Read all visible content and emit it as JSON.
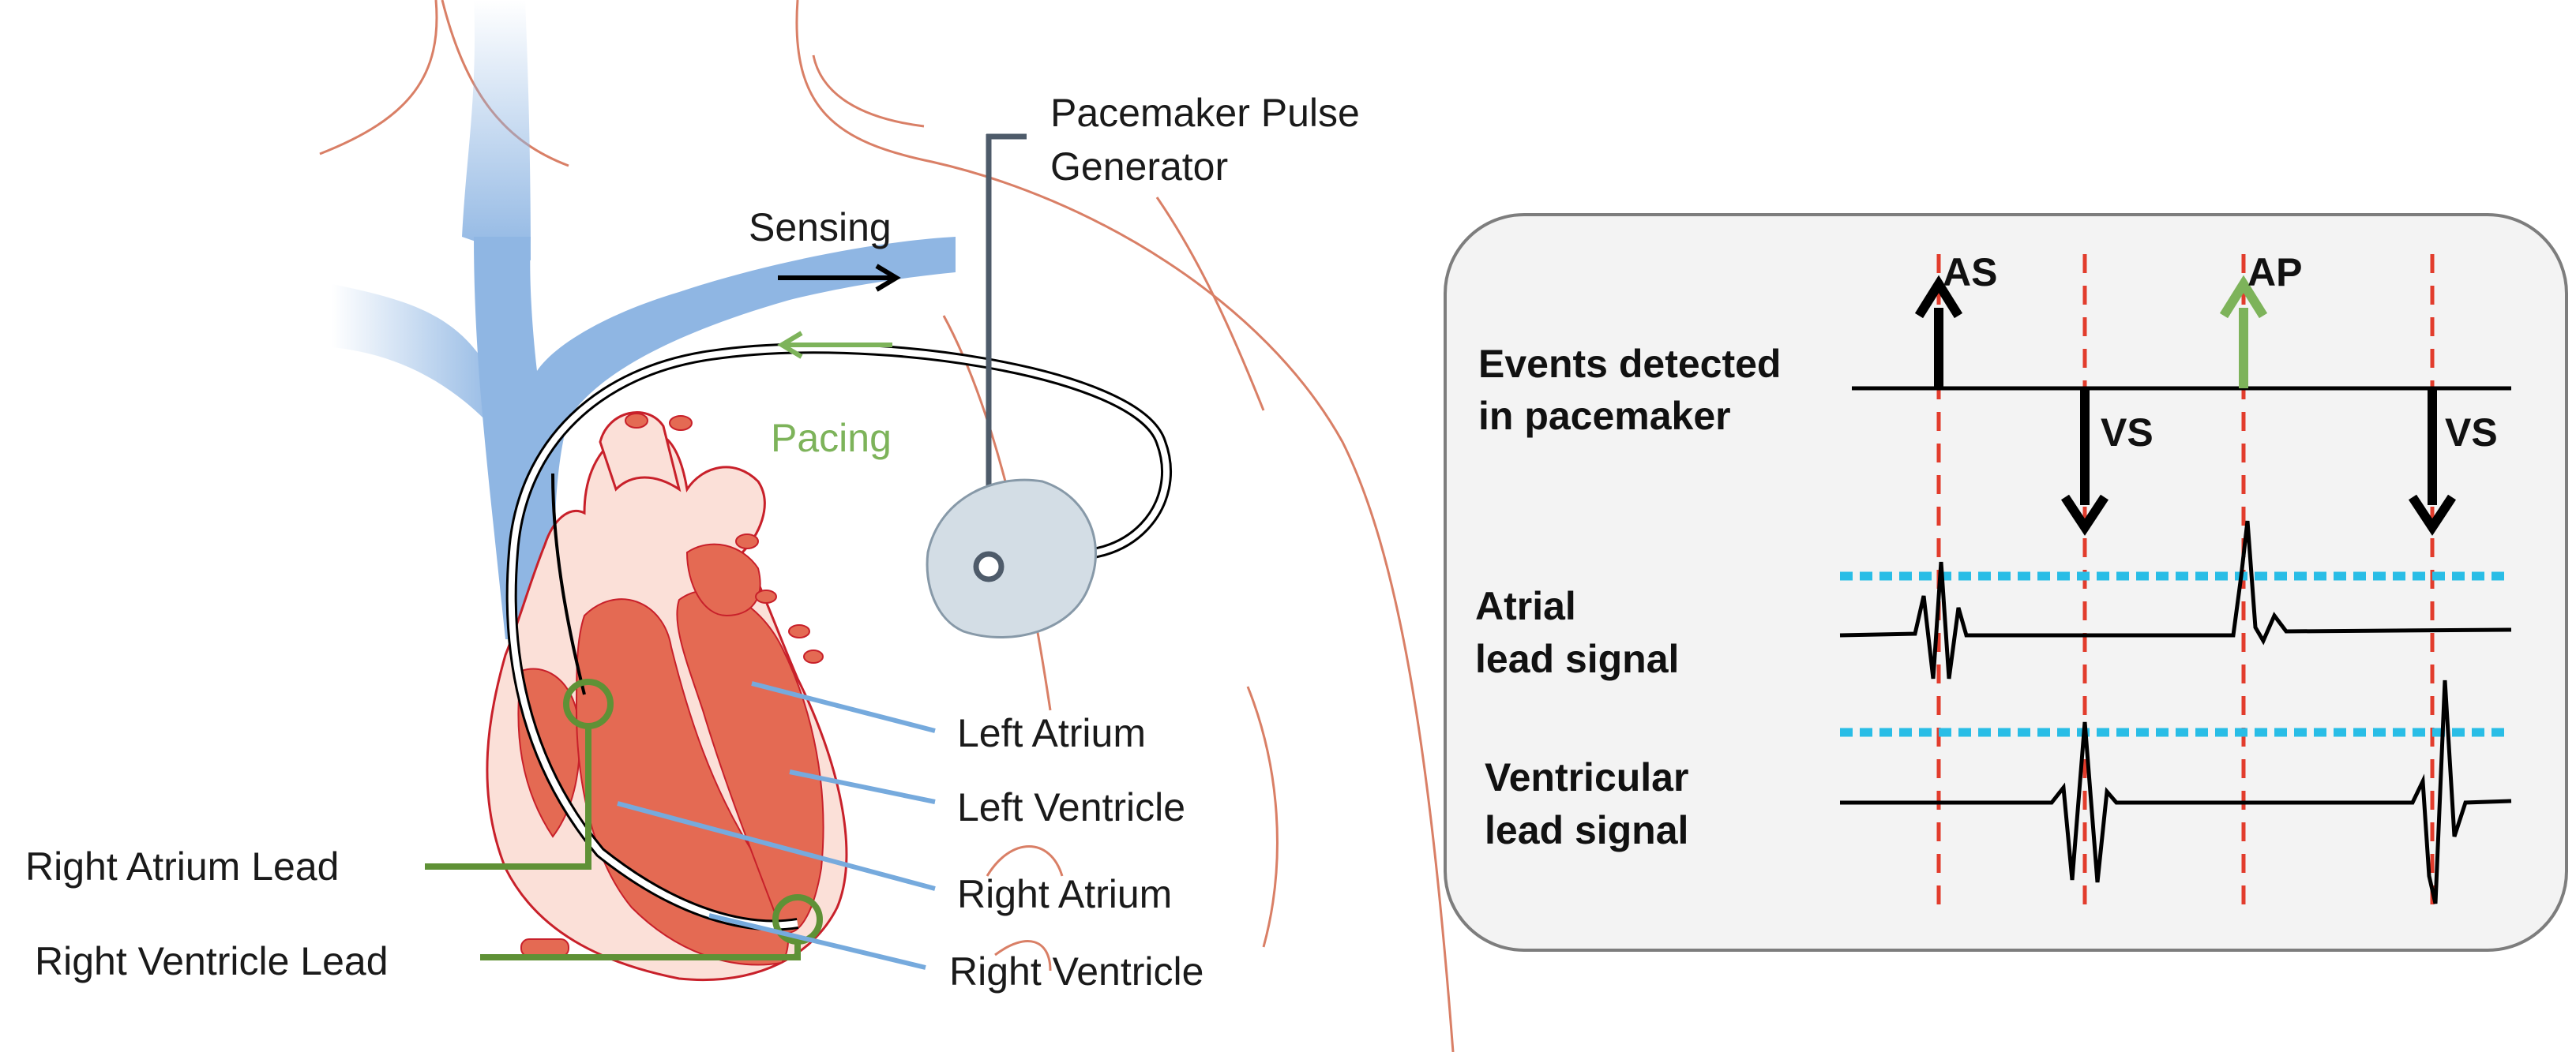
{
  "colors": {
    "vessel": "#8fb6e3",
    "vessel_dark": "#6e9fd6",
    "heart_fill": "#e46a53",
    "heart_outline": "#c8202a",
    "lead_green": "#5f9136",
    "pacing_green": "#7db35a",
    "pointer_blue": "#76aadd",
    "threshold_cyan": "#29bde6",
    "event_red": "#e23c2c",
    "panel_bg": "#f3f3f3",
    "panel_border": "#7d7d7d",
    "device_fill": "#d3dde5",
    "body_outline": "#d97f66"
  },
  "left": {
    "generator_label_line1": "Pacemaker Pulse",
    "generator_label_line2": "Generator",
    "sensing_label": "Sensing",
    "pacing_label": "Pacing",
    "heart_labels": [
      "Left Atrium",
      "Left Ventricle",
      "Right Atrium",
      "Right Ventricle"
    ],
    "lead_labels": [
      "Right Atrium Lead",
      "Right Ventricle Lead"
    ]
  },
  "panel": {
    "events_label_line1": "Events detected",
    "events_label_line2": "in pacemaker",
    "atrial_label_line1": "Atrial",
    "atrial_label_line2": "lead signal",
    "ventricular_label_line1": "Ventricular",
    "ventricular_label_line2": "lead signal",
    "events": [
      {
        "label": "AS",
        "direction": "up",
        "color": "#000000"
      },
      {
        "label": "VS",
        "direction": "down",
        "color": "#000000"
      },
      {
        "label": "AP",
        "direction": "up",
        "color": "#7db35a"
      },
      {
        "label": "VS",
        "direction": "down",
        "color": "#000000"
      }
    ]
  }
}
